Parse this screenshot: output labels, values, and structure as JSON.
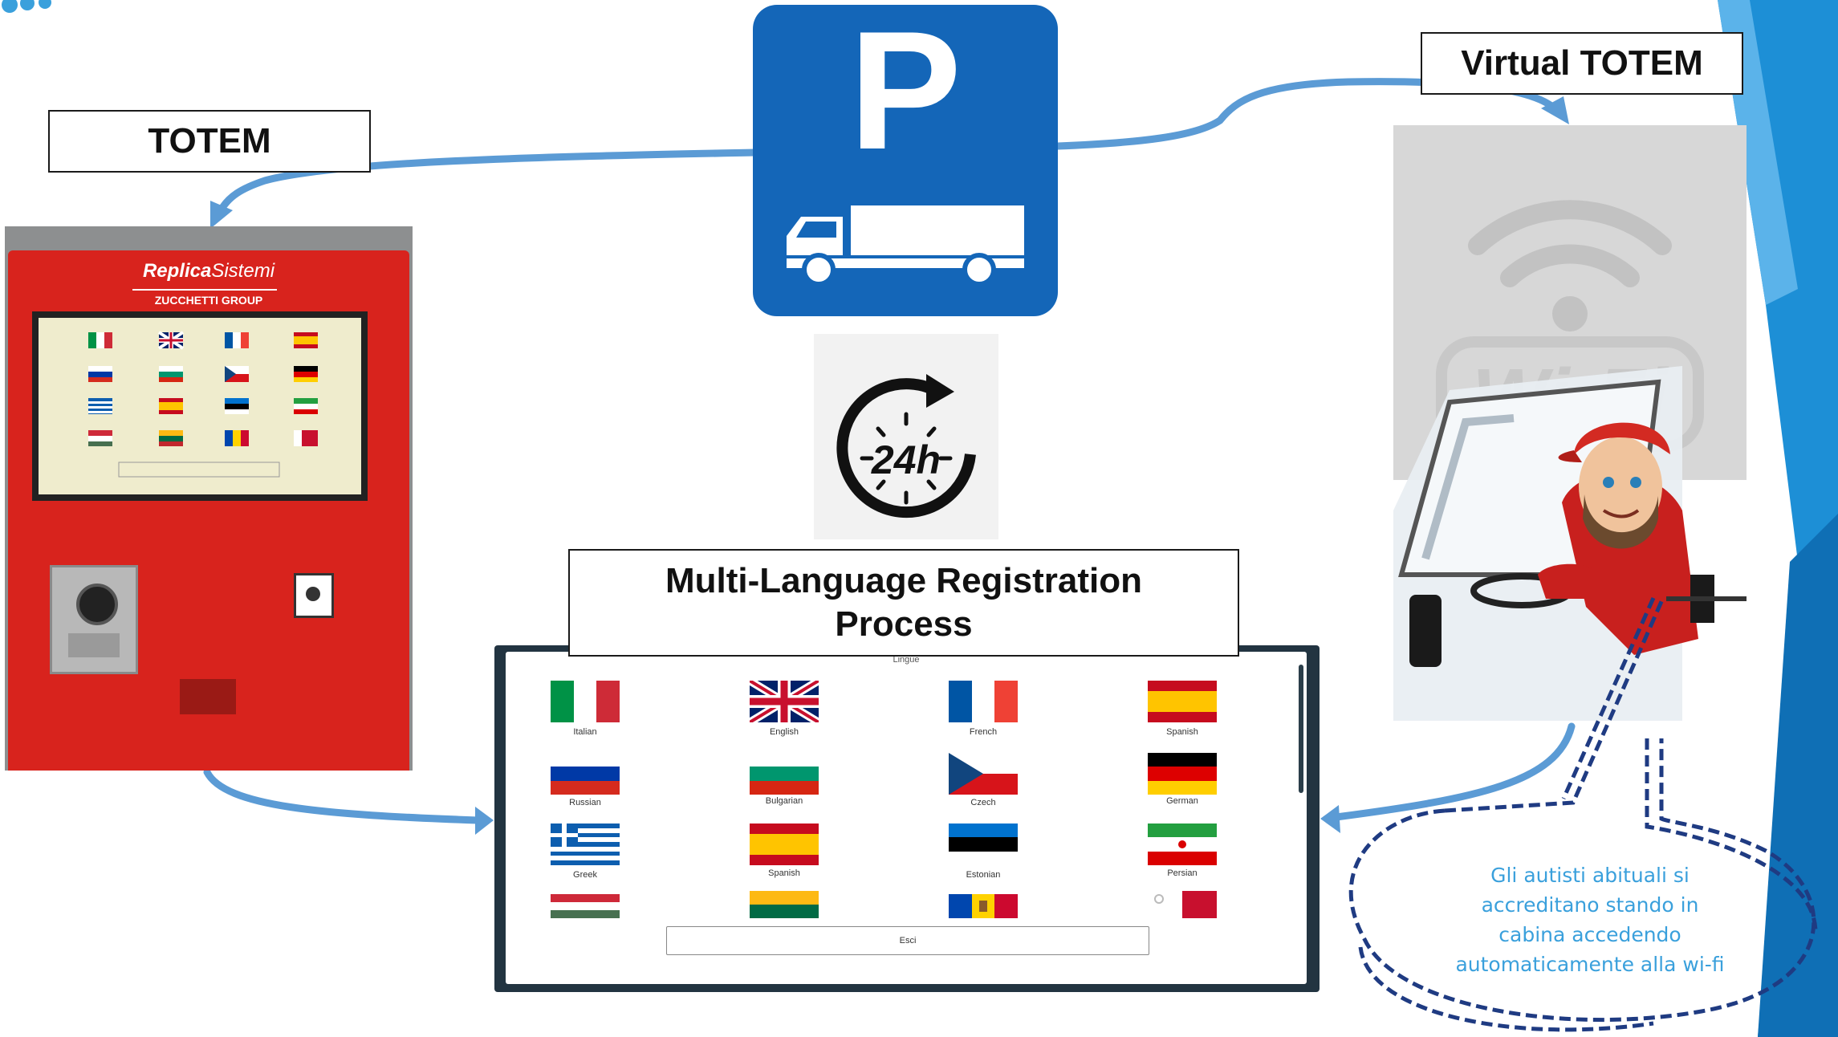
{
  "colors": {
    "parking_blue": "#1466b8",
    "arrow_blue": "#5b9bd5",
    "kiosk_red": "#d8231d",
    "bubble_text": "#3aa0dc",
    "bubble_dash": "#1f3b82",
    "right_band": "#1d8fd6"
  },
  "icons": [
    "parking-sign-icon",
    "truck-icon",
    "clock-24h-icon",
    "wifi-icon",
    "driver-illustration"
  ],
  "labels": {
    "totem": "TOTEM",
    "virtual_totem": "Virtual TOTEM",
    "registration": "Multi-Language Registration Process",
    "parking_letter": "P",
    "clock_text": "24h"
  },
  "kiosk": {
    "brand": "ReplicaSistemi",
    "brand_bold": "Replica",
    "brand_light": "Sistemi",
    "group": "ZUCCHETTI GROUP"
  },
  "language_screen": {
    "title": "Lingue",
    "exit_button": "Esci",
    "languages": [
      {
        "name": "Italian",
        "flag": "italy"
      },
      {
        "name": "English",
        "flag": "uk"
      },
      {
        "name": "French",
        "flag": "france"
      },
      {
        "name": "Spanish",
        "flag": "spain"
      },
      {
        "name": "Russian",
        "flag": "russia"
      },
      {
        "name": "Bulgarian",
        "flag": "bulgaria"
      },
      {
        "name": "Czech",
        "flag": "czech"
      },
      {
        "name": "German",
        "flag": "germany"
      },
      {
        "name": "Greek",
        "flag": "greece"
      },
      {
        "name": "Spanish",
        "flag": "spain"
      },
      {
        "name": "Estonian",
        "flag": "estonia"
      },
      {
        "name": "Persian",
        "flag": "iran"
      }
    ]
  },
  "bubble": {
    "text": "Gli autisti abituali si accreditano stando in cabina accedendo automaticamente alla wi-fi"
  },
  "wifi_watermark": "Wi-Fi"
}
